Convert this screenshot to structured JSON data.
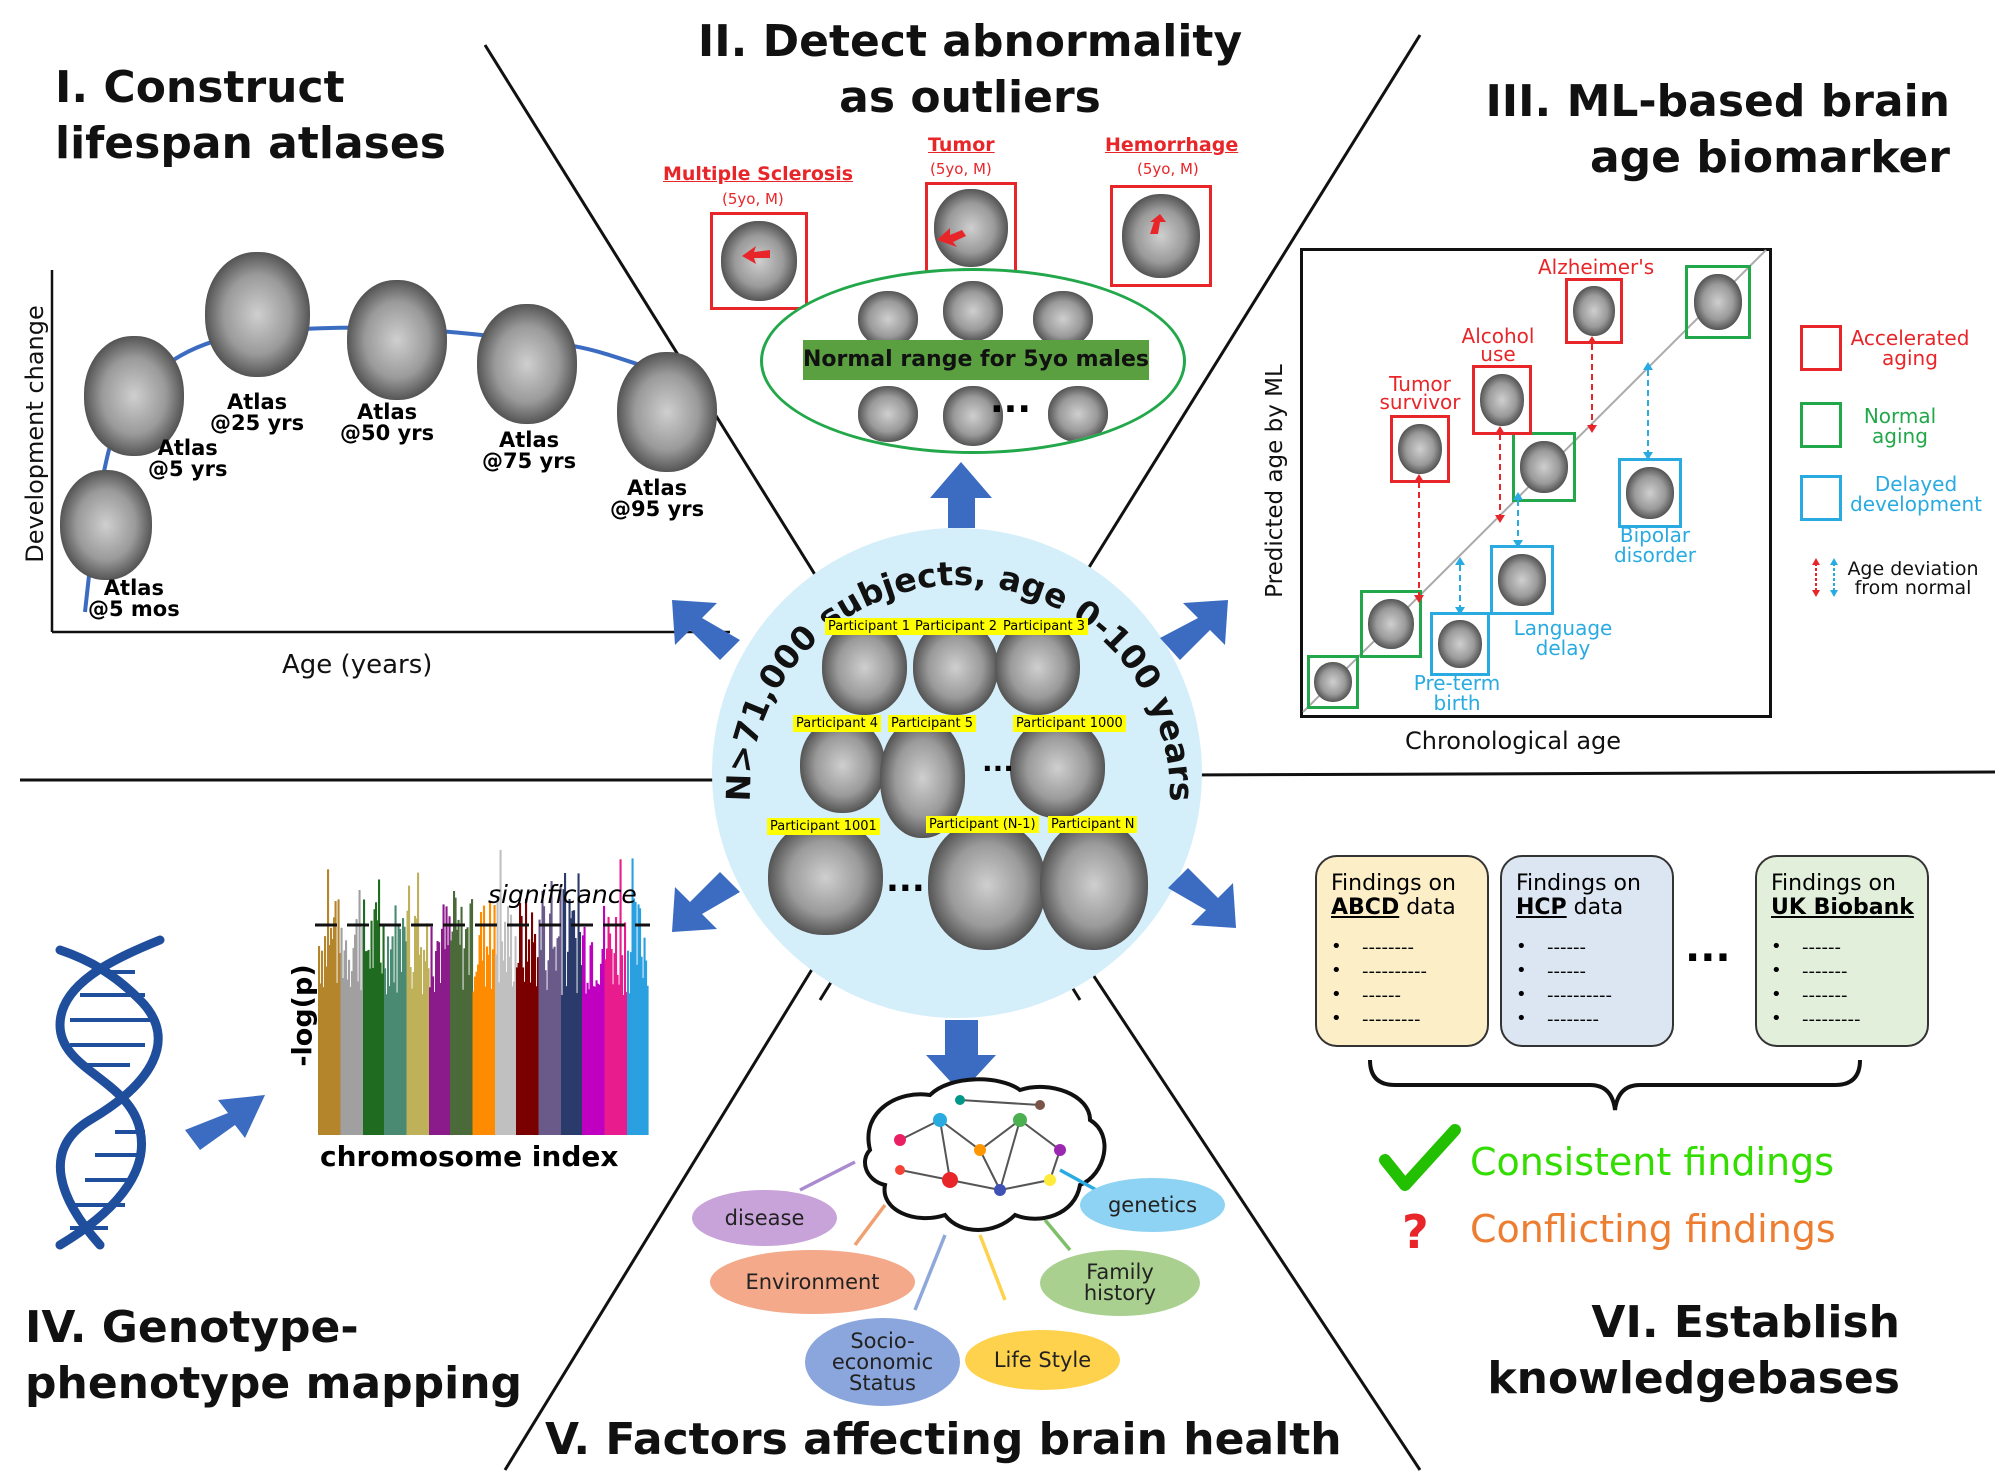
{
  "sections": {
    "s1": "I. Construct\nlifespan atlases",
    "s2": "II. Detect abnormality\nas outliers",
    "s3": "III. ML-based brain\nage biomarker",
    "s4": "IV. Genotype-\nphenotype mapping",
    "s5": "V. Factors affecting brain health",
    "s6": "VI. Establish\nknowledgebases"
  },
  "center": {
    "arc_text": "N>71,000 subjects, age 0-100 years",
    "participants": [
      "Participant 1",
      "Participant 2",
      "Participant 3",
      "Participant 4",
      "Participant 5",
      "Participant 1000",
      "Participant 1001",
      "Participant (N-1)",
      "Participant N"
    ],
    "dots": "...",
    "dots2": "..."
  },
  "atlas": {
    "ylabel": "Development change",
    "xlabel": "Age (years)",
    "items": [
      "Atlas\n@5 mos",
      "Atlas\n@5 yrs",
      "Atlas\n@25 yrs",
      "Atlas\n@50 yrs",
      "Atlas\n@75 yrs",
      "Atlas\n@95 yrs"
    ]
  },
  "outliers": {
    "ms": "Multiple Sclerosis",
    "ms_sub": "(5yo, M)",
    "tumor": "Tumor",
    "tumor_sub": "(5yo, M)",
    "hem": "Hemorrhage",
    "hem_sub": "(5yo, M)",
    "normal": "Normal range for 5yo males",
    "dots": "..."
  },
  "brainage": {
    "ylabel": "Predicted age by ML",
    "xlabel": "Chronological age",
    "labels": {
      "alz": "Alzheimer's",
      "alcohol": "Alcohol\nuse",
      "tumor": "Tumor\nsurvivor",
      "bipolar": "Bipolar\ndisorder",
      "language": "Language\ndelay",
      "preterm": "Pre-term\nbirth"
    },
    "legend": {
      "accel": "Accelerated\naging",
      "normal": "Normal\naging",
      "delayed": "Delayed\ndevelopment",
      "deviation": "Age deviation\nfrom normal"
    },
    "colors": {
      "red": "#e8262a",
      "green": "#22a84a",
      "blue": "#29abe2"
    }
  },
  "gwas": {
    "ylabel": "-log(p)",
    "xlabel": "chromosome index",
    "sig": "significance"
  },
  "factors": [
    "disease",
    "genetics",
    "Environment",
    "Family\nhistory",
    "Socio-\neconomic\nStatus",
    "Life Style"
  ],
  "knowledge": {
    "boxes": [
      {
        "head": "Findings on",
        "name": "ABCD",
        "suffix": " data",
        "lines": [
          "--------",
          "----------",
          "------",
          "---------"
        ]
      },
      {
        "head": "Findings on",
        "name": "HCP",
        "suffix": " data",
        "lines": [
          "------",
          "------",
          "----------",
          "--------"
        ]
      },
      {
        "head": "Findings on",
        "name": "UK Biobank",
        "suffix": "",
        "lines": [
          "------",
          "-------",
          "-------",
          "---------"
        ]
      }
    ],
    "dots": "...",
    "consistent": "Consistent findings",
    "conflicting": "Conflicting findings",
    "q": "?"
  }
}
